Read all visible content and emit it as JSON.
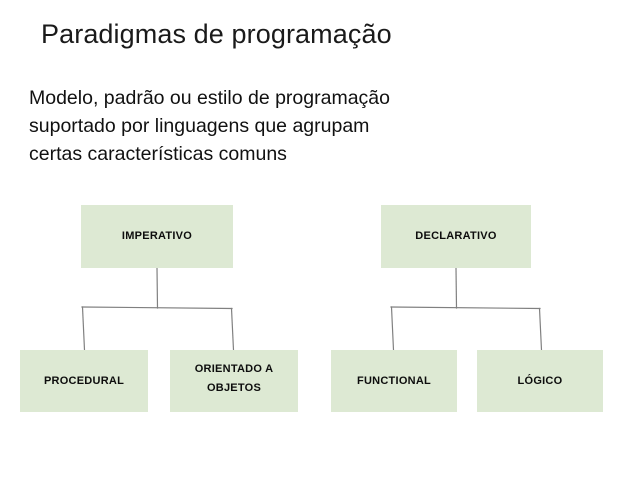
{
  "slide": {
    "title": "Paradigmas de programação",
    "body_lines": [
      "Modelo, padrão ou estilo de programação",
      "suportado por linguagens que agrupam",
      "certas características comuns"
    ],
    "background_color": "#ffffff",
    "node_fill_color": "#dde9d3",
    "connector_color": "#808080",
    "text_color": "#111111"
  },
  "diagram": {
    "type": "tree",
    "branches": [
      {
        "root": "IMPERATIVO",
        "children": [
          "PROCEDURAL",
          "ORIENTADO A\nOBJETOS"
        ]
      },
      {
        "root": "DECLARATIVO",
        "children": [
          "FUNCTIONAL",
          "LÓGICO"
        ]
      }
    ],
    "nodes": {
      "imperativo": "IMPERATIVO",
      "declarativo": "DECLARATIVO",
      "procedural": "PROCEDURAL",
      "orientado_a_objetos": "ORIENTADO A\nOBJETOS",
      "functional": "FUNCTIONAL",
      "logico": "LÓGICO"
    }
  }
}
